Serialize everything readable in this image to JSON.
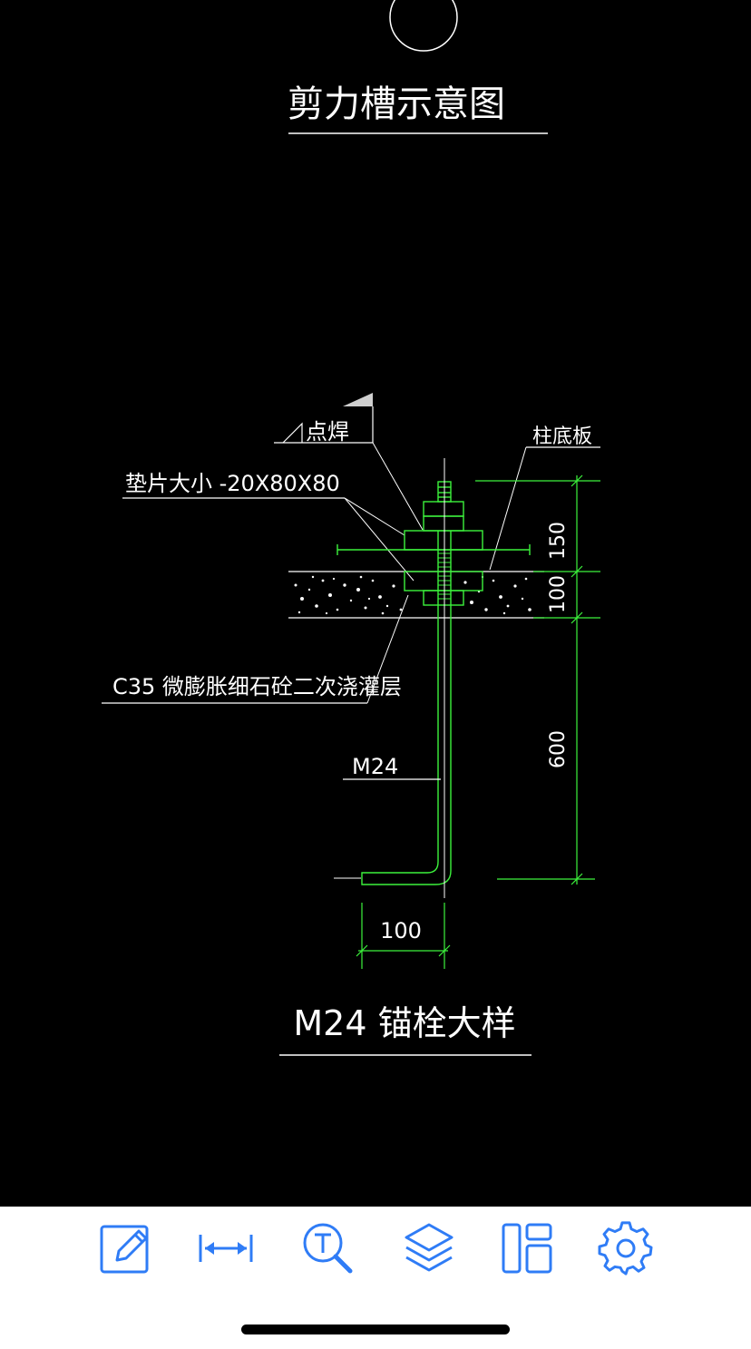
{
  "drawing": {
    "title_top": "剪力槽示意图",
    "title_bottom": "M24  锚栓大样",
    "labels": {
      "spot_weld": "点焊",
      "column_base_plate": "柱底板",
      "washer_size": "垫片大小  -20X80X80",
      "grout_layer": "C35 微膨胀细石砼二次浇灌层",
      "bolt": "M24"
    },
    "dimensions": {
      "d150": "150",
      "d100_vertical": "100",
      "d600": "600",
      "d100_horizontal": "100"
    },
    "colors": {
      "background": "#000000",
      "line_white": "#ffffff",
      "line_green": "#3cf23c",
      "accent_blue": "#2f7cf6"
    }
  },
  "toolbar": {
    "items": [
      {
        "name": "edit-icon"
      },
      {
        "name": "measure-icon"
      },
      {
        "name": "text-search-icon"
      },
      {
        "name": "layers-icon"
      },
      {
        "name": "layout-icon"
      },
      {
        "name": "settings-icon"
      }
    ]
  }
}
